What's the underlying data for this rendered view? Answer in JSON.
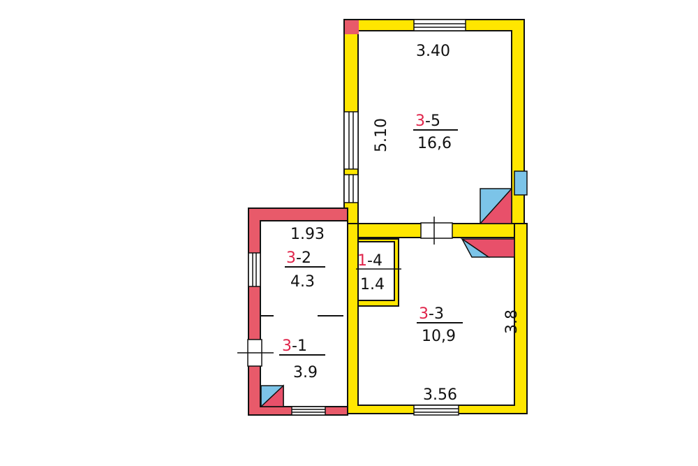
{
  "colors": {
    "yellow_wall": "#ffe600",
    "red_wall": "#e85a6a",
    "outline": "#111111",
    "window_fill": "#ffffff",
    "stove_blue": "#7cc4e8",
    "stove_red": "#e8506a",
    "number_red": "#e0244a"
  },
  "rooms": [
    {
      "id": "3-5",
      "prefix": "3",
      "suffix": "-5",
      "area": "16,6"
    },
    {
      "id": "3-3",
      "prefix": "3",
      "suffix": "-3",
      "area": "10,9"
    },
    {
      "id": "3-2",
      "prefix": "3",
      "suffix": "-2",
      "area": "4.3"
    },
    {
      "id": "3-1",
      "prefix": "3",
      "suffix": "-1",
      "area": "3.9"
    },
    {
      "id": "1-4",
      "prefix": "1",
      "suffix": "-4",
      "area": "1.4"
    }
  ],
  "dimensions": {
    "room35_width": "3.40",
    "room35_length": "5.10",
    "room33_width": "3.56",
    "room33_length": "3.8",
    "room32_width": "1.93"
  }
}
